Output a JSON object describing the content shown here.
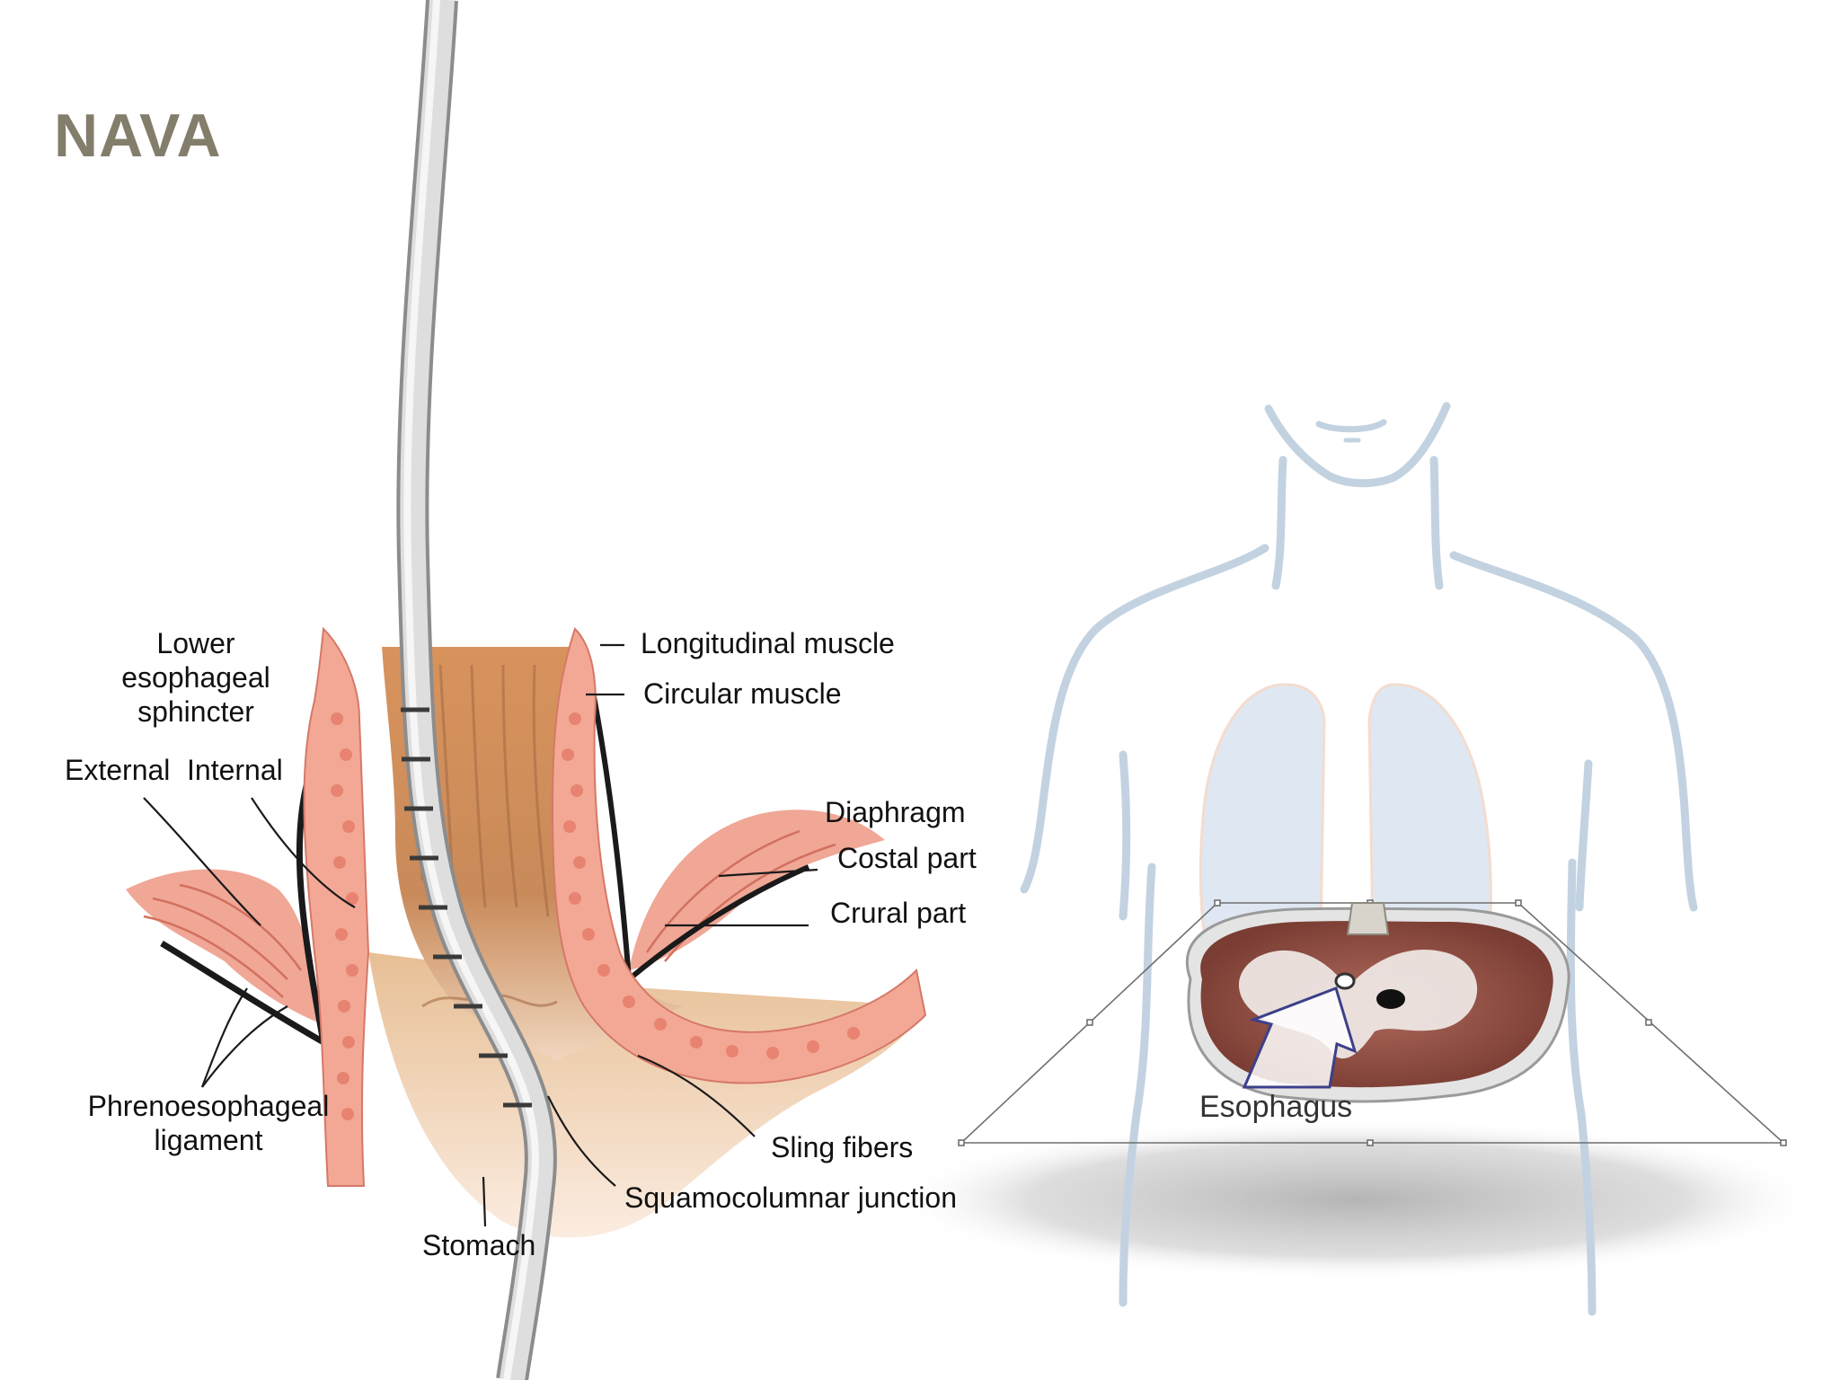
{
  "slide": {
    "title": "NAVA"
  },
  "anatomy": {
    "labels": {
      "lower_sphincter": [
        "Lower",
        "esophageal",
        "sphincter"
      ],
      "external": "External",
      "internal": "Internal",
      "phrenoesophageal": [
        "Phrenoesophageal",
        "ligament"
      ],
      "stomach": "Stomach",
      "longitudinal_muscle": "Longitudinal muscle",
      "circular_muscle": "Circular muscle",
      "diaphragm": "Diaphragm",
      "costal_part": "Costal part",
      "crural_part": "Crural part",
      "sling_fibers": "Sling fibers",
      "squamocolumnar_junction": "Squamocolumnar junction"
    }
  },
  "body_figure": {
    "esophagus_label": "Esophagus"
  },
  "colors": {
    "title": "#837d6b",
    "muscle": "#e8917f",
    "muscle_light": "#f6c2b4",
    "mucosa": "#c9885a",
    "outline": "#c3d2e0",
    "lung": "#dfe8f2",
    "catheter": "#d9d9d9",
    "diaphragm": "#8e4a3c"
  }
}
